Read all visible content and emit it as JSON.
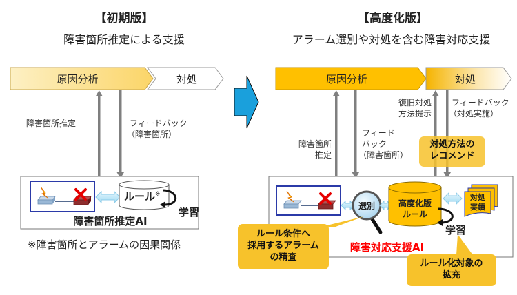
{
  "left": {
    "title": "【初期版】",
    "subtitle": "障害箇所推定による支援",
    "process": {
      "step1": "原因分析",
      "step2": "対処"
    },
    "arrow_up_label": "障害箇所推定",
    "arrow_down_label_1": "フィードバック",
    "arrow_down_label_2": "（障害箇所）",
    "rule_label": "ルール",
    "rule_note_mark": "※",
    "learning_label": "学習",
    "ai_label": "障害箇所推定AI",
    "footnote": "※障害箇所とアラームの因果関係"
  },
  "right": {
    "title": "【高度化版】",
    "subtitle": "アラーム選別や対処を含む障害対応支援",
    "process": {
      "step1": "原因分析",
      "step2": "対処"
    },
    "arrow1_up_label_1": "障害箇所",
    "arrow1_up_label_2": "推定",
    "arrow1_down_label_1": "フィード",
    "arrow1_down_label_2": "バック",
    "arrow1_down_label_3": "（障害箇所）",
    "arrow2_up_label_1": "復旧対処",
    "arrow2_up_label_2": "方法提示",
    "arrow2_down_label_1": "フィードバック",
    "arrow2_down_label_2": "（対処実施）",
    "selection_label": "選別",
    "rule_label_1": "高度化版",
    "rule_label_2": "ルール",
    "record_label_1": "対処",
    "record_label_2": "実績",
    "learning_label": "学習",
    "ai_label": "障害対応支援AI",
    "callout_recommend_1": "対処方法の",
    "callout_recommend_2": "レコメンド",
    "callout_alarm_1": "ルール条件へ",
    "callout_alarm_2": "採用するアラーム",
    "callout_alarm_3": "の精査",
    "callout_expand_1": "ルール化対象の",
    "callout_expand_2": "拡充"
  },
  "colors": {
    "accent_yellow": "#ffc000",
    "callout_yellow": "#f7c22b",
    "transition_arrow_blue": "#1aa0dc",
    "ai_label_red": "#ff0000",
    "frame_blue": "#2b3aa8"
  }
}
